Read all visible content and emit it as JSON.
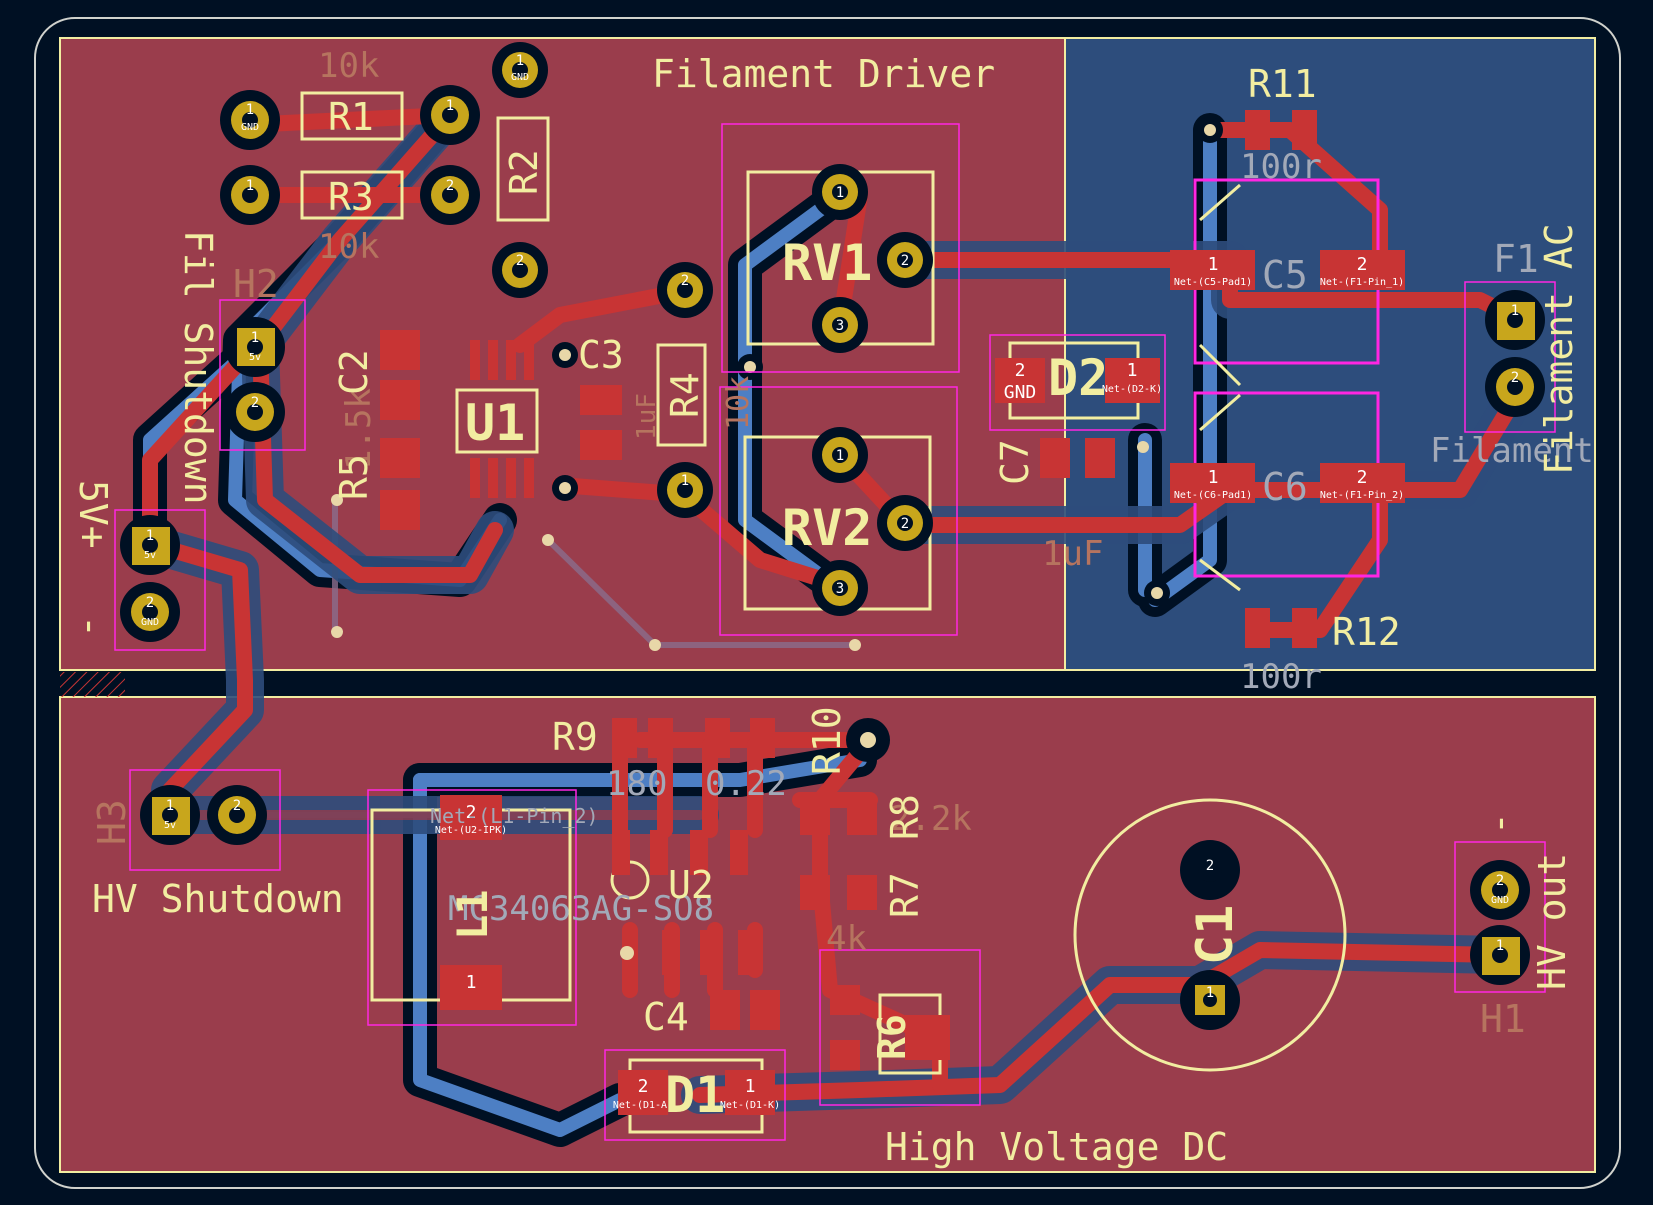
{
  "colors": {
    "background": "#001023",
    "front_copper_fill": "#9a3d4c",
    "back_copper_fill": "#2d4d7c",
    "front_trace": "#c83434",
    "back_trace": "#4d7fc4",
    "silkscreen": "#f2eda1",
    "pad": "#c8a61c",
    "courtyard": "#ff26e2",
    "board_edge": "#d0d2cd",
    "fab_text": "#b6745f"
  },
  "sections": {
    "filament_driver": "Filament Driver",
    "high_voltage_dc": "High Voltage DC",
    "hv_shutdown": "HV Shutdown",
    "fil_shutdown": "Fil Shutdown",
    "filament_ac": "Filament AC",
    "hv_out": "HV out",
    "plus_5v": "5V+",
    "minus": "-",
    "minus_hv": "-"
  },
  "refs": {
    "R1": "R1",
    "R2": "R2",
    "R3": "R3",
    "R4": "R4",
    "R5": "R5",
    "R6": "R6",
    "R7": "R7",
    "R8": "R8",
    "R9": "R9",
    "R10": "R10",
    "R11": "R11",
    "R12": "R12",
    "RV1": "RV1",
    "RV2": "RV2",
    "U1": "U1",
    "U2": "U2",
    "C1": "C1",
    "C2": "C2",
    "C3": "C3",
    "C4": "C4",
    "C5": "C5",
    "C6": "C6",
    "C7": "C7",
    "D1": "D1",
    "D2": "D2",
    "L1": "L1",
    "F1": "F1",
    "H1": "H1",
    "H2": "H2",
    "H3": "H3"
  },
  "values": {
    "r1": "10k",
    "r3": "10k",
    "r11": "100r",
    "r12": "100r",
    "c7": "1uF",
    "r8": "2.2k",
    "r9": "180",
    "r10": "0.22",
    "r7": "4k",
    "r5": "1.5k",
    "u2": "MC34063AG-SO8",
    "filament_fab": "Filament",
    "c3_fab": "1uF",
    "r4_fab": "10k"
  },
  "pads": {
    "n1": "1",
    "n2": "2",
    "n3": "3",
    "gnd": "GND",
    "v5": "5v",
    "net_c5": "Net-(C5-Pad1)",
    "net_f1_1": "Net-(F1-Pin_1)",
    "net_c6": "Net-(C6-Pad1)",
    "net_f1_2": "Net-(F1-Pin_2)",
    "net_d2k": "Net-(D2-K)",
    "net_d1a": "Net-(D1-A)",
    "net_d1k": "Net-(D1-K)",
    "net_u2": "Net-(U2-IPK)",
    "net_l1": "Net-(L1-Pin_2)"
  }
}
